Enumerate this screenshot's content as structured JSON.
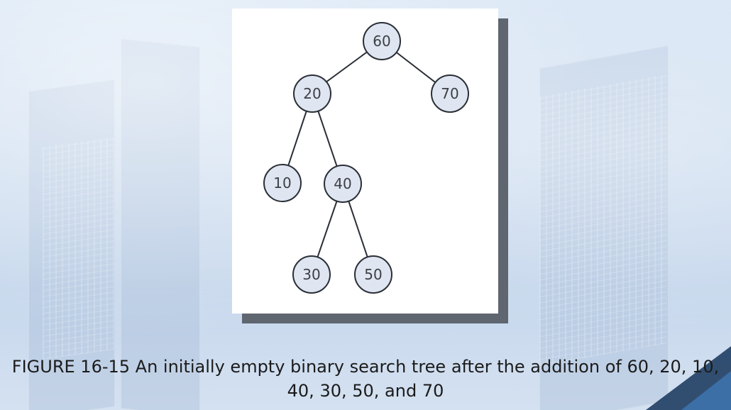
{
  "diagram": {
    "type": "binary-search-tree",
    "nodes": [
      {
        "id": "n60",
        "label": "60"
      },
      {
        "id": "n20",
        "label": "20"
      },
      {
        "id": "n70",
        "label": "70"
      },
      {
        "id": "n10",
        "label": "10"
      },
      {
        "id": "n40",
        "label": "40"
      },
      {
        "id": "n30",
        "label": "30"
      },
      {
        "id": "n50",
        "label": "50"
      }
    ],
    "edges": [
      [
        "n60",
        "n20"
      ],
      [
        "n60",
        "n70"
      ],
      [
        "n20",
        "n10"
      ],
      [
        "n20",
        "n40"
      ],
      [
        "n40",
        "n30"
      ],
      [
        "n40",
        "n50"
      ]
    ]
  },
  "caption": {
    "line1": "FIGURE 16-15 An initially empty binary search tree after the addition of 60, 20, 10,",
    "line2": "40, 30, 50, and 70"
  }
}
